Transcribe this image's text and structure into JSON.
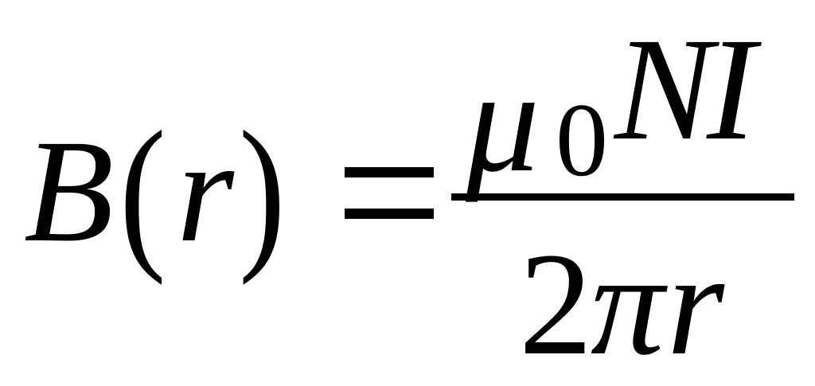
{
  "formula": {
    "lhs": {
      "symbol": "B",
      "open_paren": "(",
      "variable": "r",
      "close_paren": ")"
    },
    "relation": "=",
    "numerator": {
      "mu": "μ",
      "subscript": "0",
      "n": "N",
      "i": "I"
    },
    "denominator": {
      "two": "2",
      "pi": "π",
      "r": "r"
    }
  }
}
